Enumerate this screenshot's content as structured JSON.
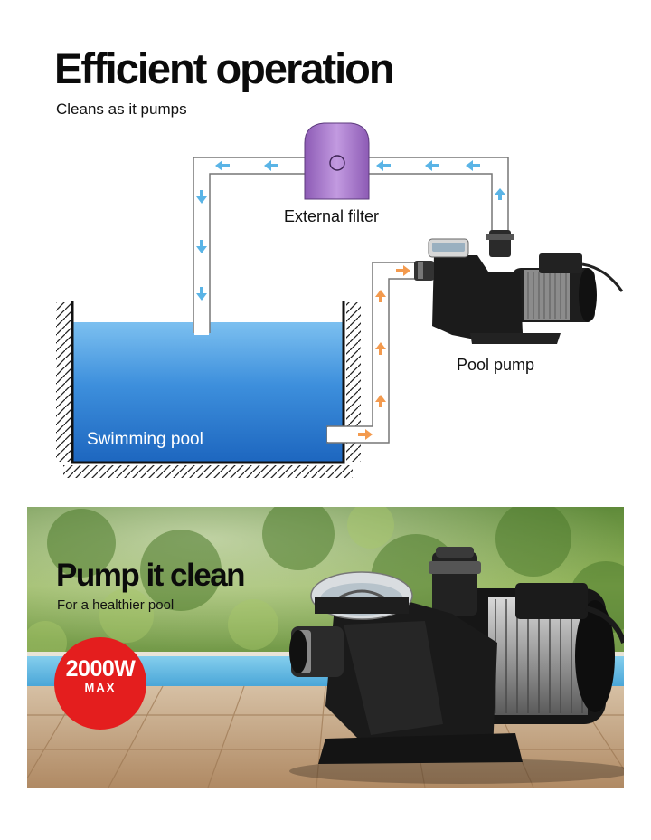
{
  "header": {
    "title": "Efficient operation",
    "subtitle": "Cleans as it pumps"
  },
  "diagram": {
    "labels": {
      "filter": "External filter",
      "pump": "Pool pump",
      "pool": "Swimming pool"
    },
    "colors": {
      "pipe_arrow_return": "#5ab4e6",
      "pipe_arrow_inflow": "#f39a4e",
      "filter": "#a678c8",
      "water_top": "#5aa8e8",
      "water_bottom": "#1f6fc7"
    }
  },
  "photo": {
    "title": "Pump it clean",
    "subtitle": "For a healthier pool",
    "badge": {
      "value": "2000W",
      "unit": "MAX",
      "color": "#e41e1e"
    }
  }
}
